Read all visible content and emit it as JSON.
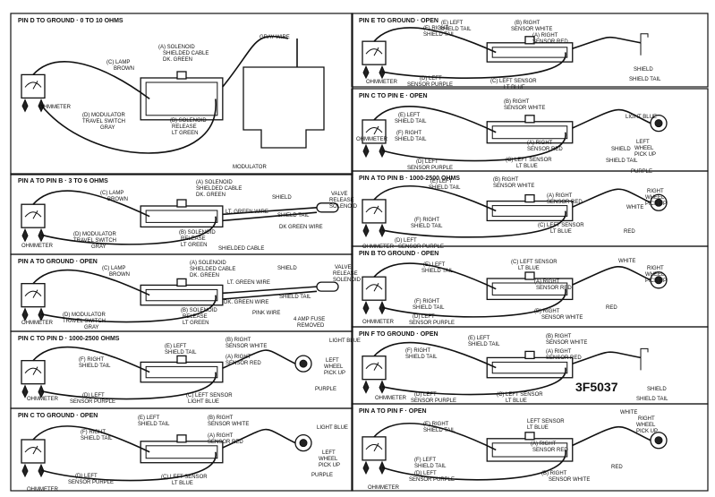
{
  "figure_id": "3F5037",
  "panels": [
    {
      "id": "p1",
      "title": "PIN D TO GROUND · 0 TO 10 OHMS",
      "labels": [
        "(A) SOLENOID",
        "SHIELDED CABLE",
        "DK. GREEN",
        "(C) LAMP",
        "BROWN",
        "GRAY WIRE",
        "OHMMETER",
        "(D) MODULATOR",
        "TRAVEL SWITCH",
        "GRAY",
        "(B) SOLENOID",
        "RELEASE",
        "LT GREEN",
        "MODULATOR"
      ]
    },
    {
      "id": "p2",
      "title": "PIN E TO GROUND · OPEN",
      "labels": [
        "(E) LEFT",
        "SHIELD TAIL",
        "(B) RIGHT",
        "SENSOR WHITE",
        "(F) RIGHT",
        "SHIELD TAIL",
        "(A) RIGHT",
        "SENSOR RED",
        "OHMMETER",
        "(D) LEFT",
        "SENSOR PURPLE",
        "(C) LEFT SENSOR",
        "LT BLUE",
        "SHIELD",
        "SHIELD TAIL"
      ]
    },
    {
      "id": "p3",
      "title": "PIN C TO PIN E · OPEN",
      "labels": [
        "(E) LEFT",
        "SHIELD TAIL",
        "(B) RIGHT",
        "SENSOR WHITE",
        "LIGHT BLUE",
        "(F) RIGHT",
        "SHIELD TAIL",
        "(A) RIGHT",
        "SENSOR RED",
        "LEFT",
        "WHEEL",
        "PICK UP",
        "SHIELD",
        "OHMMETER",
        "(D) LEFT",
        "SENSOR PURPLE",
        "(C) LEFT SENSOR",
        "LT BLUE",
        "SHIELD TAIL",
        "PURPLE"
      ]
    },
    {
      "id": "p4",
      "title": "PIN A TO PIN B · 3 TO 6 OHMS",
      "labels": [
        "(A) SOLENOID",
        "SHIELDED CABLE",
        "DK. GREEN",
        "(C) LAMP",
        "BROWN",
        "SHIELD",
        "VALVE",
        "RELEASE",
        "SOLENOID",
        "LT. GREEN WIRE",
        "SHIELD TAIL",
        "OHMMETER",
        "(D) MODULATOR",
        "TRAVEL SWITCH",
        "GRAY",
        "(B) SOLENOID",
        "RELEASE",
        "LT GREEN",
        "DK GREEN WIRE",
        "SHIELDED CABLE"
      ]
    },
    {
      "id": "p5",
      "title": "PIN A TO PIN B · 1000-2500 OHMS",
      "labels": [
        "(E) LEFT",
        "SHIELD TAIL",
        "(B) RIGHT",
        "SENSOR WHITE",
        "WHITE",
        "(A) RIGHT",
        "SENSOR RED",
        "RIGHT",
        "WHEEL",
        "PICK UP",
        "(F) RIGHT",
        "SHIELD TAIL",
        "(C) LEFT SENSOR",
        "LT BLUE",
        "RED",
        "OHMMETER",
        "(D) LEFT",
        "SENSOR PURPLE"
      ]
    },
    {
      "id": "p6",
      "title": "PIN A TO GROUND · OPEN",
      "labels": [
        "(C) LAMP",
        "BROWN",
        "(A) SOLENOID",
        "SHIELDED CABLE",
        "DK. GREEN",
        "SHIELD",
        "VALVE",
        "RELEASE",
        "SOLENOID",
        "LT. GREEN WIRE",
        "DK. GREEN WIRE",
        "SHIELD TAIL",
        "OHMMETER",
        "(D) MODULATOR",
        "TRAVEL SWITCH",
        "GRAY",
        "(B) SOLENOID",
        "RELEASE",
        "LT GREEN",
        "PINK WIRE",
        "4 AMP FUSE",
        "REMOVED"
      ]
    },
    {
      "id": "p7",
      "title": "PIN B TO GROUND · OPEN",
      "labels": [
        "(E) LEFT",
        "SHIELD TAIL",
        "(C) LEFT SENSOR",
        "LT BLUE",
        "WHITE",
        "RIGHT",
        "WHEEL",
        "PICK UP",
        "(A) RIGHT",
        "SENSOR RED",
        "(F) RIGHT",
        "SHIELD TAIL",
        "RED",
        "OHMMETER",
        "(D) LEFT",
        "SENSOR PURPLE",
        "(B) RIGHT",
        "SENSOR WHITE"
      ]
    },
    {
      "id": "p8",
      "title": "PIN C TO PIN D · 1000-2500 OHMS",
      "labels": [
        "(E) LEFT",
        "SHIELD TAIL",
        "(B) RIGHT",
        "SENSOR WHITE",
        "LIGHT BLUE",
        "(F) RIGHT",
        "SHIELD TAIL",
        "(A) RIGHT",
        "SENSOR RED",
        "LEFT",
        "WHEEL",
        "PICK UP",
        "OHMMETER",
        "(D) LEFT",
        "SENSOR PURPLE",
        "(C) LEFT SENSOR",
        "LIGHT BLUE",
        "PURPLE"
      ]
    },
    {
      "id": "p9",
      "title": "PIN F TO GROUND · OPEN",
      "labels": [
        "(E) LEFT",
        "SHIELD TAIL",
        "(B) RIGHT",
        "SENSOR WHITE",
        "(F) RIGHT",
        "SHIELD TAIL",
        "(A) RIGHT",
        "SENSOR RED",
        "SHIELD",
        "OHMMETER",
        "(D) LEFT",
        "SENSOR PURPLE",
        "(C) LEFT SENSOR",
        "LT BLUE",
        "SHIELD TAIL"
      ]
    },
    {
      "id": "p10",
      "title": "PIN C TO GROUND · OPEN",
      "labels": [
        "(E) LEFT",
        "SHIELD TAIL",
        "(B) RIGHT",
        "SENSOR WHITE",
        "LIGHT BLUE",
        "(F) RIGHT",
        "SHIELD TAIL",
        "(A) RIGHT",
        "SENSOR RED",
        "LEFT",
        "WHEEL",
        "PICK UP",
        "OHMMETER",
        "(D) LEFT",
        "SENSOR PURPLE",
        "(C) LEFT SENSOR",
        "LT BLUE",
        "PURPLE"
      ]
    },
    {
      "id": "p11",
      "title": "PIN A TO PIN F · OPEN",
      "labels": [
        "(E) RIGHT",
        "SHIELD TAIL",
        "LEFT SENSOR",
        "LT BLUE",
        "WHITE",
        "RIGHT",
        "WHEEL",
        "PICK UP",
        "(A) RIGHT",
        "SENSOR RED",
        "(F) LEFT",
        "SHIELD TAIL",
        "RED",
        "OHMMETER",
        "(D) LEFT",
        "SENSOR PURPLE",
        "(B) RIGHT",
        "SENSOR WHITE"
      ]
    }
  ]
}
